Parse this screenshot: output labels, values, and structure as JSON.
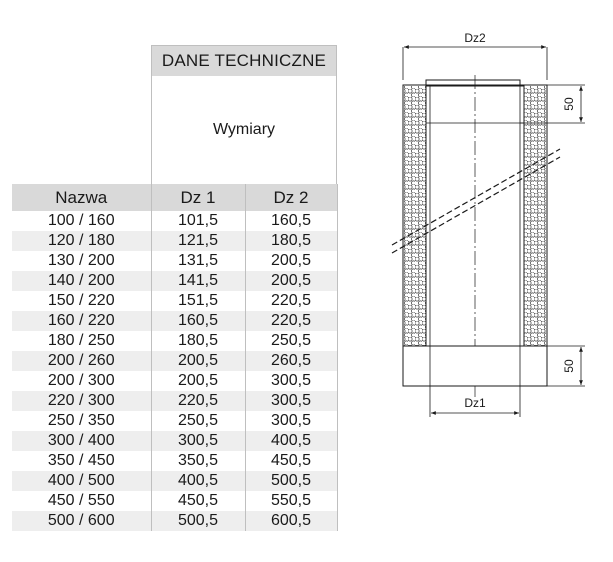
{
  "section": {
    "title": "DANE TECHNICZNE",
    "subtitle": "Wymiary"
  },
  "table": {
    "headers": [
      "Nazwa",
      "Dz 1",
      "Dz 2"
    ],
    "rows": [
      [
        "100 / 160",
        "101,5",
        "160,5"
      ],
      [
        "120 / 180",
        "121,5",
        "180,5"
      ],
      [
        "130 / 200",
        "131,5",
        "200,5"
      ],
      [
        "140 / 200",
        "141,5",
        "200,5"
      ],
      [
        "150 / 220",
        "151,5",
        "220,5"
      ],
      [
        "160 / 220",
        "160,5",
        "220,5"
      ],
      [
        "180 / 250",
        "180,5",
        "250,5"
      ],
      [
        "200 / 260",
        "200,5",
        "260,5"
      ],
      [
        "200 / 300",
        "200,5",
        "300,5"
      ],
      [
        "220 / 300",
        "220,5",
        "300,5"
      ],
      [
        "250 / 350",
        "250,5",
        "300,5"
      ],
      [
        "300 / 400",
        "300,5",
        "400,5"
      ],
      [
        "350 / 450",
        "350,5",
        "450,5"
      ],
      [
        "400 / 500",
        "400,5",
        "500,5"
      ],
      [
        "450 / 550",
        "450,5",
        "550,5"
      ],
      [
        "500 / 600",
        "500,5",
        "600,5"
      ]
    ]
  },
  "diagram": {
    "outer_diameter_label": "Dz2",
    "inner_diameter_label": "Dz1",
    "top_dimension": "50",
    "bottom_dimension": "50"
  },
  "colors": {
    "header_fill": "#d9d9d9",
    "stripe_fill": "#eeeeee",
    "border": "#bfbfbf"
  }
}
